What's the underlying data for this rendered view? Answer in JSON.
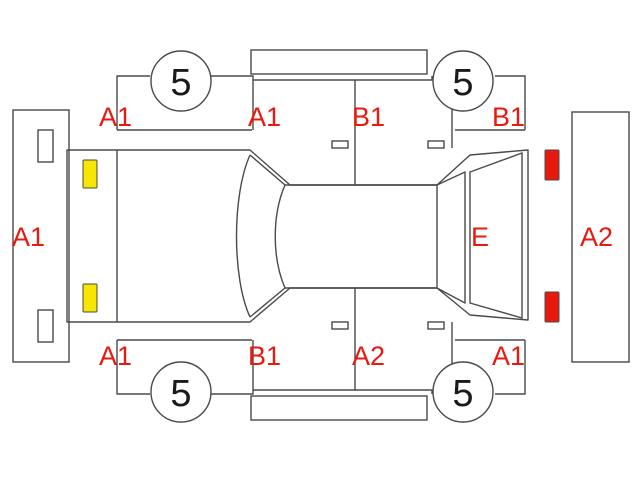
{
  "tyre_labels": {
    "front_left": "5",
    "rear_left": "5",
    "front_right": "5",
    "rear_right": "5"
  },
  "damage_codes": {
    "rear_bumper": "A1",
    "rear_quarter_left": "A1",
    "rear_door_left": "A1",
    "front_door_left": "B1",
    "front_fender_left": "B1",
    "rear_quarter_right": "A1",
    "rear_door_right": "B1",
    "front_door_right": "A2",
    "front_fender_right": "A1",
    "windshield": "E",
    "front_bumper": "A2"
  },
  "colors": {
    "outline": "#4a4a4a",
    "code_text": "#e8190f",
    "rear_light": "#f7e600",
    "front_light": "#e8190f"
  }
}
